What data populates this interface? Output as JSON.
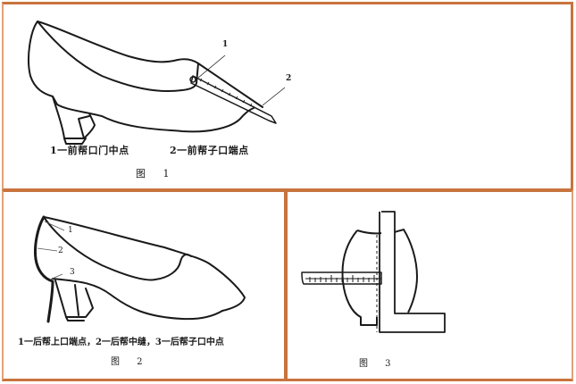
{
  "figure1": {
    "label": "图 1",
    "callouts": [
      "1",
      "2"
    ],
    "legend": [
      {
        "num": "1",
        "text": "1一前帮口门中点"
      },
      {
        "num": "2",
        "text": "2一前帮子口端点"
      }
    ]
  },
  "figure2": {
    "label": "图 2",
    "callouts": [
      "1",
      "2",
      "3"
    ],
    "legend_text": "1一后帮上口端点，2一后帮中缝，3一后帮子口中点"
  },
  "figure3": {
    "label": "图 3"
  },
  "colors": {
    "border": "#C8743E",
    "border_light": "#E0A27A",
    "ink": "#1a1a1a",
    "background": "#ffffff"
  }
}
